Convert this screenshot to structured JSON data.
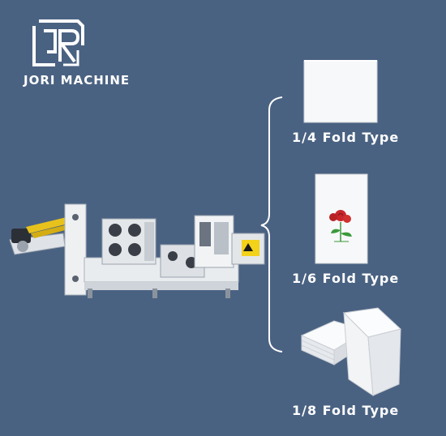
{
  "brand": {
    "logo_icon": "jr-logo-icon",
    "name": "JORI MACHINE"
  },
  "machine": {
    "image": "napkin-folding-machine-image"
  },
  "products": [
    {
      "label": "1/4 Fold Type",
      "icon": "quarter-fold-napkin-image"
    },
    {
      "label": "1/6 Fold Type",
      "icon": "sixth-fold-rose-napkin-image"
    },
    {
      "label": "1/8 Fold Type",
      "icon": "eighth-fold-napkin-stack-image"
    }
  ],
  "colors": {
    "background": "#4a6282",
    "text": "#ffffff",
    "accent_yellow": "#e8c21c",
    "rose_red": "#c8262b",
    "leaf_green": "#3a9a3a"
  }
}
